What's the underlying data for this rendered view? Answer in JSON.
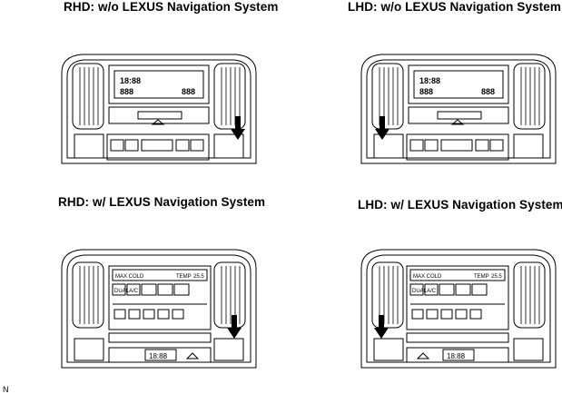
{
  "captions": [
    "RHD: w/o LEXUS Navigation System",
    "LHD: w/o LEXUS Navigation System",
    "RHD: w/ LEXUS Navigation System",
    "LHD: w/ LEXUS Navigation System"
  ],
  "figure_code": "N",
  "panel_labels": {
    "max_cold": "MAX COLD",
    "temp": "TEMP",
    "temp_value": "25.5",
    "dual": "DUAL",
    "ac": "A/C",
    "clock_display": "18:88",
    "lcd_digits": "18:88"
  },
  "icons": {
    "arrow": "down-arrow-icon",
    "hazard": "hazard-triangle-icon"
  }
}
